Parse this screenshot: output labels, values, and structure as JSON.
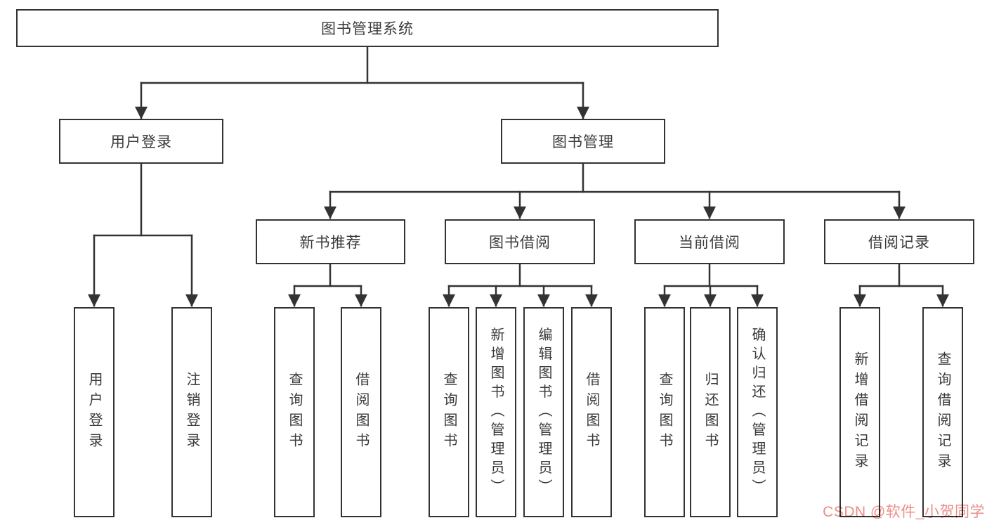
{
  "diagram": {
    "title": "图书管理系统",
    "branches": {
      "user_login": "用户登录",
      "book_mgmt": "图书管理"
    },
    "modules": [
      "新书推荐",
      "图书借阅",
      "当前借阅",
      "借阅记录"
    ],
    "leaves_user": [
      "用户登录",
      "注销登录"
    ],
    "leaves_recommend": [
      "查询图书",
      "借阅图书"
    ],
    "leaves_borrow": [
      "查询图书",
      "新增图书（管理员）",
      "编辑图书（管理员）",
      "借阅图书"
    ],
    "leaves_current": [
      "查询图书",
      "归还图书",
      "确认归还（管理员）"
    ],
    "leaves_records": [
      "新增借阅记录",
      "查询借阅记录"
    ]
  },
  "watermark": "CSDN @软件_小贺同学",
  "colors": {
    "line": "#333333",
    "text": "#3a3a3a",
    "watermark": "#ea8f87",
    "background": "#ffffff"
  }
}
